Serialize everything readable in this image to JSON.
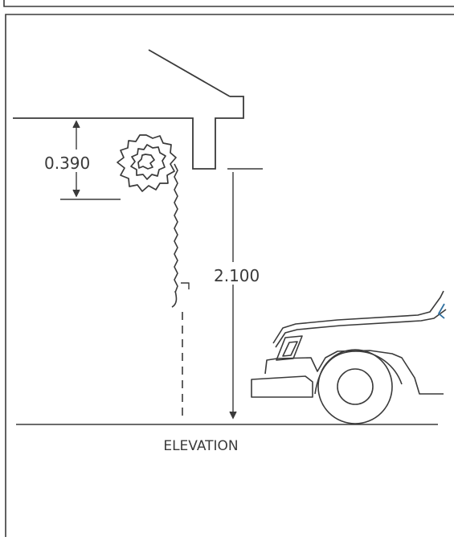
{
  "colors": {
    "line": "#3a3a3a",
    "accent": "#2f6f9f",
    "background": "#ffffff"
  },
  "labels": {
    "dim_roll_height": "0.390",
    "dim_clear_height": "2.100",
    "view_title": "ELEVATION"
  }
}
